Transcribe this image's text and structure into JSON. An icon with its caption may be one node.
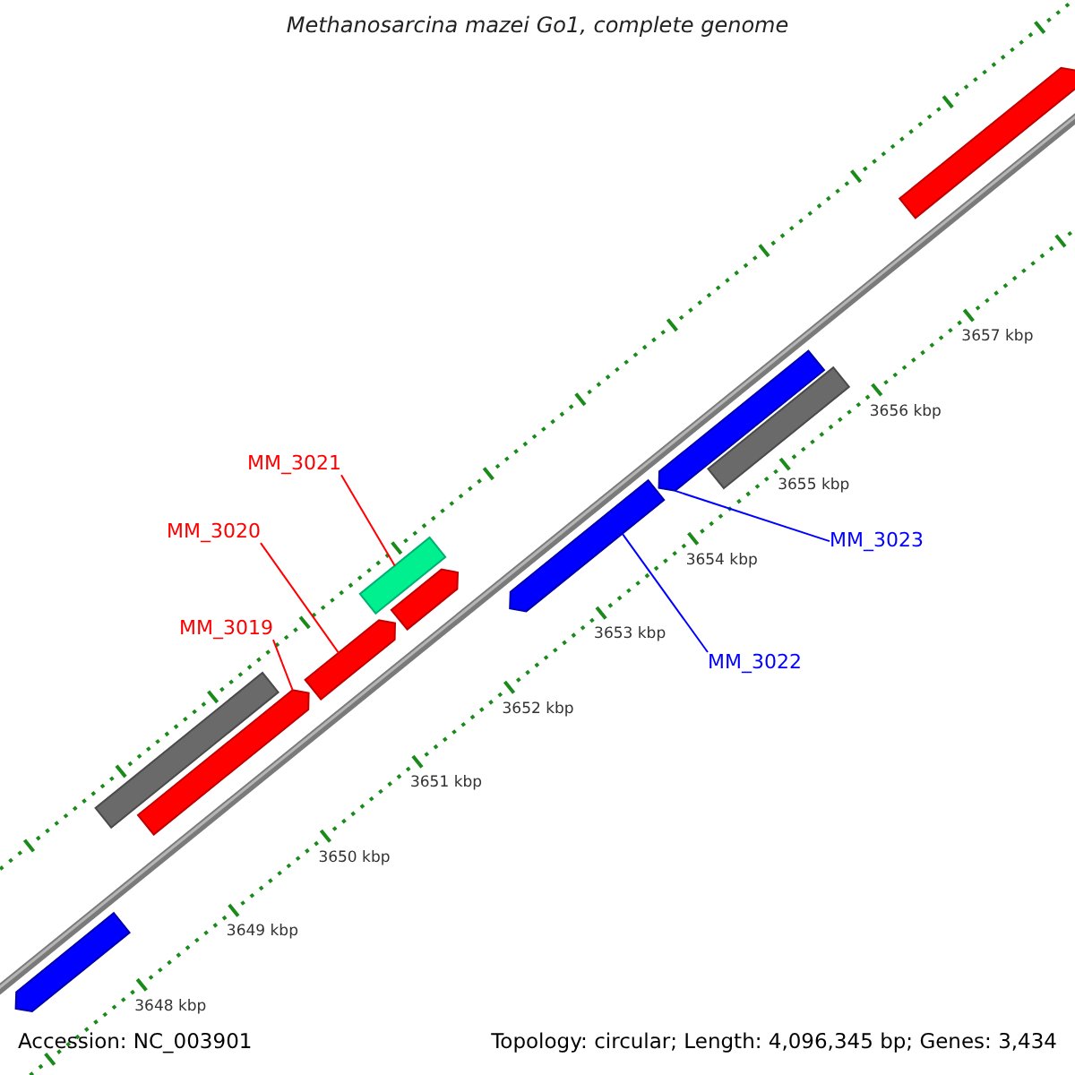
{
  "diagram": {
    "title": "Methanosarcina mazei Go1, complete genome",
    "nodes": [
      {
        "text": [
          "MM_3021"
        ]
      },
      {
        "text": [],
        "shape": "bar"
      },
      {
        "text": [
          "MM_3020"
        ]
      },
      {
        "text": [],
        "shape": "bar"
      },
      {
        "text": [
          "MM_3019"
        ]
      },
      {
        "text": [],
        "shape": "bar"
      },
      {
        "text": [
          "MM_3023"
        ]
      },
      {
        "text": [],
        "shape": "bar"
      },
      {
        "text": [
          "MM_3022"
        ]
      },
      {
        "text": [],
        "shape": "bar"
      },
      {
        "text": [],
        "shape": "bar"
      },
      {
        "text": [],
        "shape": "bar"
      },
      {
        "text": [],
        "shape": "bar"
      },
      {
        "text": [],
        "shape": "bar"
      },
      {
        "text": [],
        "shape": "bar"
      }
    ],
    "edges": [
      {
        "from": 0,
        "to": 1,
        "arrow": "none",
        "color": "#ff0000"
      },
      {
        "from": 2,
        "to": 3,
        "arrow": "none",
        "color": "#ff0000"
      },
      {
        "from": 4,
        "to": 5,
        "arrow": "none",
        "color": "#ff0000"
      },
      {
        "from": 6,
        "to": 7,
        "arrow": "none",
        "color": "#0000ff"
      },
      {
        "from": 8,
        "to": 9,
        "arrow": "none",
        "color": "#0000ff"
      }
    ],
    "labels": [
      "3657 kbp",
      "3656 kbp",
      "3655 kbp",
      "3654 kbp",
      "3653 kbp",
      "3652 kbp",
      "3651 kbp",
      "3650 kbp",
      "3649 kbp",
      "3648 kbp",
      "Accession: NC_003901",
      "Topology: circular; Length: 4,096,345 bp; Genes: 3,434"
    ]
  }
}
